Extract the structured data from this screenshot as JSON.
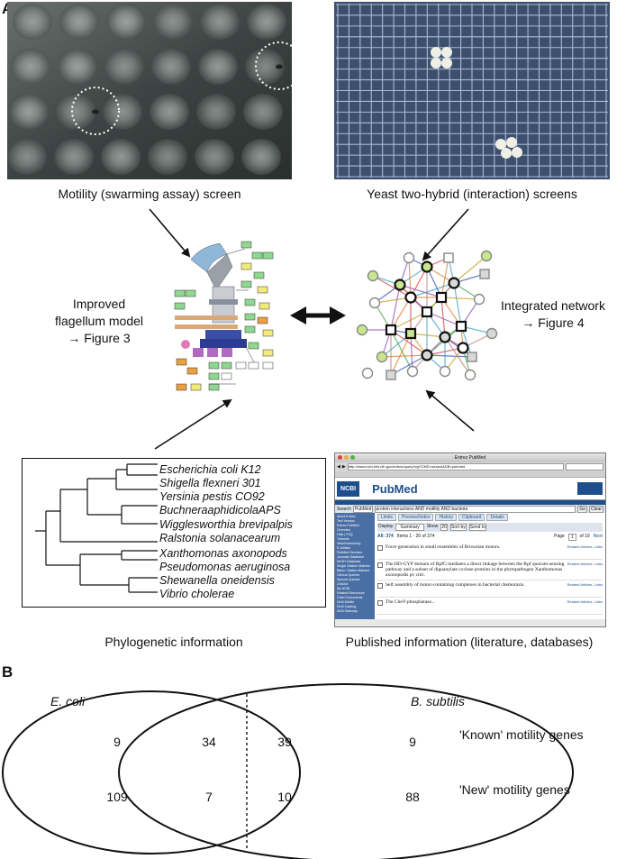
{
  "panel_a": {
    "letter": "A",
    "motility_caption": "Motility (swarming assay) screen",
    "y2h_caption": "Yeast two-hybrid (interaction) screens",
    "flagellum_label": [
      "Improved",
      "flagellum model",
      "→ Figure 3"
    ],
    "network_label": [
      "Integrated network",
      "→ Figure 4"
    ],
    "phylo_caption": "Phylogenetic information",
    "published_caption": "Published information (literature, databases)",
    "species": [
      "Escherichia coli K12",
      "Shigella flexneri 301",
      "Yersinia pestis CO92",
      "BuchneraaphidicolaAPS",
      "Wigglesworthia brevipalpis",
      "Ralstonia solanacearum",
      "Xanthomonas axonopods",
      "Pseudomonas aeruginosa",
      "Shewanella oneidensis",
      "Vibrio cholerae"
    ],
    "browser": {
      "window_title": "Entrez PubMed",
      "url": "http://www.ncbi.nlm.nih.gov/entrez/query.fcgi?CMD=search&DB=pubmed",
      "logo_ncbi": "NCBI",
      "logo_pubmed": "PubMed",
      "search_label": "Search",
      "search_db": "PubMed",
      "search_query": "protein interactions AND motility AND bacteria",
      "go_label": "Go",
      "clear_label": "Clear",
      "tabs": [
        "Limits",
        "Preview/Index",
        "History",
        "Clipboard",
        "Details"
      ],
      "display_label": "Display",
      "display_value": "Summary",
      "show_label": "Show",
      "show_value": "20",
      "sort_label": "Sort by",
      "send_label": "Send to",
      "results_label": "All: 374",
      "items_text": "Items 1 - 20 of 374",
      "page_label": "Page",
      "page_value": "1",
      "of_pages": "of 19",
      "next_label": "Next",
      "sidebar": [
        "About Entrez",
        "Text Version",
        "Entrez PubMed",
        "Overview",
        "Help | FAQ",
        "Tutorials",
        "New/Noteworthy",
        "E-Utilities",
        "PubMed Services",
        "Journals Database",
        "MeSH Database",
        "Single Citation Matcher",
        "Batch Citation Matcher",
        "Clinical Queries",
        "Special Queries",
        "LinkOut",
        "My NCBI",
        "Related Resources",
        "Order Documents",
        "NLM Mobile",
        "NLM Catalog",
        "NLM Gateway"
      ],
      "results": [
        {
          "title": "Force generation in small ensembles of Brownian motors.",
          "related": "Related Articles, Links"
        },
        {
          "title": "The HD-GYP domain of RpfG mediates a direct linkage between the Rpf quorum-sensing pathway and a subset of diguanylate cyclase proteins in the phytopathogen Xanthomonas axonopodis pv citri.",
          "related": "Related Articles, Links"
        },
        {
          "title": "Self assembly of motor-containing complexes in bacterial chemotaxis.",
          "related": "Related Articles, Links"
        },
        {
          "title": "The CheY-phosphatase...",
          "related": "Related Articles, Links"
        }
      ]
    }
  },
  "panel_b": {
    "letter": "B",
    "left_set": "E. coli",
    "right_set": "B. subtilis",
    "rows": [
      {
        "label": "'Known' motility genes",
        "values": [
          "9",
          "34",
          "39",
          "9"
        ]
      },
      {
        "label": "'New' motility genes",
        "values": [
          "109",
          "7",
          "10",
          "88"
        ]
      }
    ]
  },
  "colors": {
    "plate_dark": "#3e4443",
    "y2h_plate": "#4f6688",
    "pubmed_blue": "#1f4e8c",
    "flagellum_green": "#8fd88f",
    "flagellum_yellow": "#f2ea7a",
    "flagellum_orange": "#e8a040"
  }
}
